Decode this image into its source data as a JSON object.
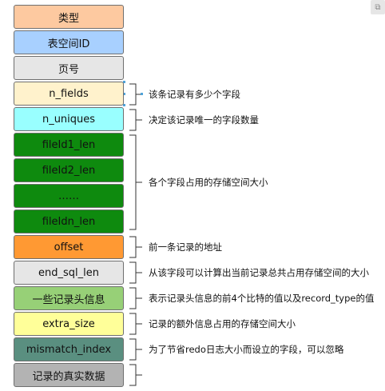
{
  "boxes": [
    {
      "label": "类型",
      "color": "#fdc9a0"
    },
    {
      "label": "表空间ID",
      "color": "#a8d0ff"
    },
    {
      "label": "页号",
      "color": "#e6e6e6"
    },
    {
      "label": "n_fields",
      "color": "#fff2cc"
    },
    {
      "label": "n_uniques",
      "color": "#99ffff"
    },
    {
      "label": "fileId1_len",
      "color": "#0e8a0e"
    },
    {
      "label": "fileId2_len",
      "color": "#0e8a0e"
    },
    {
      "label": "……",
      "color": "#0e8a0e"
    },
    {
      "label": "fileIdn_len",
      "color": "#0e8a0e"
    },
    {
      "label": "offset",
      "color": "#ff9933"
    },
    {
      "label": "end_sql_len",
      "color": "#e6e6e6"
    },
    {
      "label": "一些记录头信息",
      "color": "#97d077"
    },
    {
      "label": "extra_size",
      "color": "#ffff99"
    },
    {
      "label": "mismatch_index",
      "color": "#5a8f80"
    },
    {
      "label": "记录的真实数据",
      "color": "#b3b3b3"
    }
  ],
  "notes": {
    "n_fields": "该条记录有多少个字段",
    "n_uniques": "决定该记录唯一的字段数量",
    "field_lens": "各个字段占用的存储空间大小",
    "offset": "前一条记录的地址",
    "end_sql_len": "从该字段可以计算出当前记录总共占用存储空间的大小",
    "record_header": "表示记录头信息的前4个比特的值以及record_type的值",
    "extra_size": "记录的额外信息占用的存储空间大小",
    "mismatch_index": "为了节省redo日志大小而设立的字段，可以忽略"
  },
  "corner_icon": "copy-icon"
}
